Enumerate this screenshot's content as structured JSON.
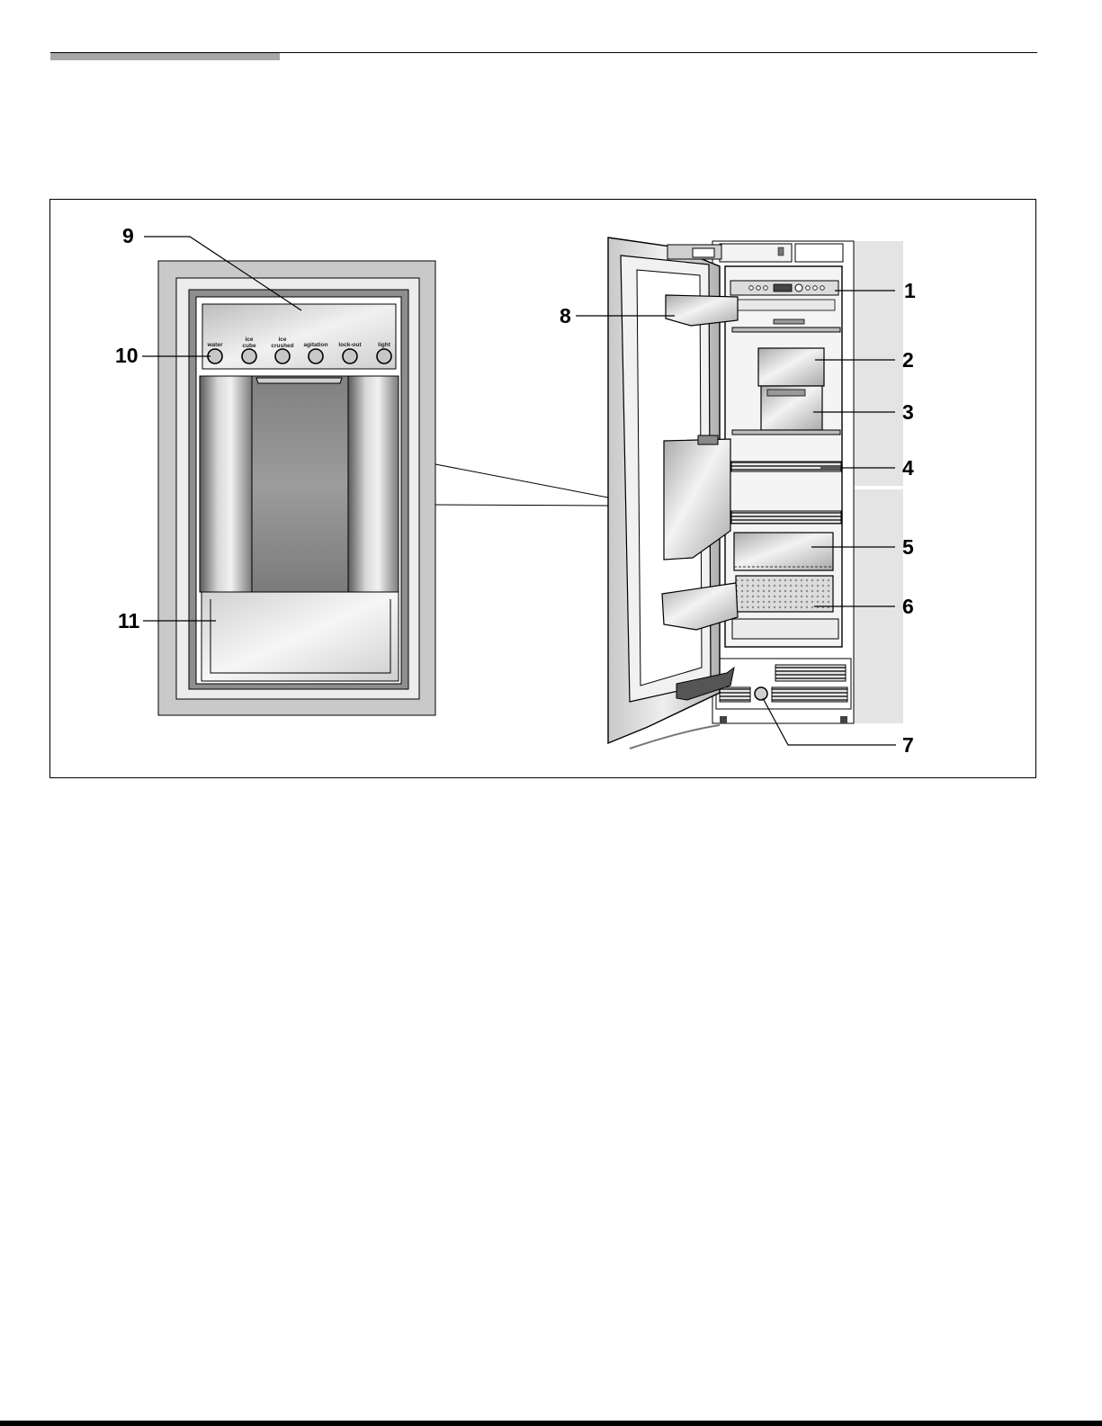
{
  "callouts": {
    "c1": "1",
    "c2": "2",
    "c3": "3",
    "c4": "4",
    "c5": "5",
    "c6": "6",
    "c7": "7",
    "c8": "8",
    "c9": "9",
    "c10": "10",
    "c11": "11"
  },
  "dispenser_buttons": {
    "water": [
      "water"
    ],
    "ice_cube": [
      "ice",
      "cube"
    ],
    "ice_crushed": [
      "ice",
      "crushed"
    ],
    "agitation": [
      "agitation"
    ],
    "lock_out": [
      "lock-out"
    ],
    "light": [
      "light"
    ]
  },
  "colors": {
    "frame_gray": "#c7c7c7",
    "panel_light": "#e9e9e9",
    "shadow_gray": "#8a8a8a",
    "line": "#000000"
  }
}
